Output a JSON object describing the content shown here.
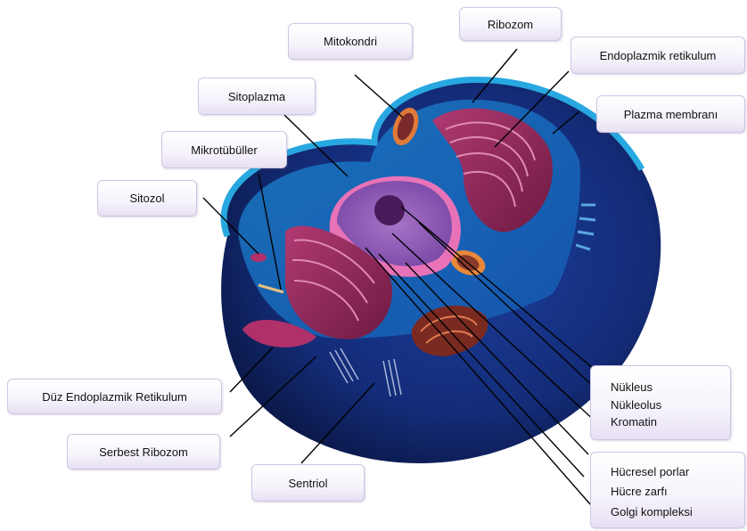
{
  "labels": {
    "mitokondri": "Mitokondri",
    "ribozom": "Ribozom",
    "endoplazmik_retikulum": "Endoplazmik retikulum",
    "sitoplazma": "Sitoplazma",
    "plazma_membrani": "Plazma membranı",
    "mikrotubuller": "Mikrotübüller",
    "sitozol": "Sitozol",
    "duz_endoplazmik_retikulum": "Düz Endoplazmik Retikulum",
    "serbest_ribozom": "Serbest Ribozom",
    "sentriol": "Sentriol",
    "nukleus": "Nükleus",
    "nukleolus": "Nükleolus",
    "kromatin": "Kromatin",
    "hucresel_porlar": "Hücresel porlar",
    "hucre_zarfi": "Hücre zarfı",
    "golgi_kompleksi": "Golgi kompleksi"
  }
}
